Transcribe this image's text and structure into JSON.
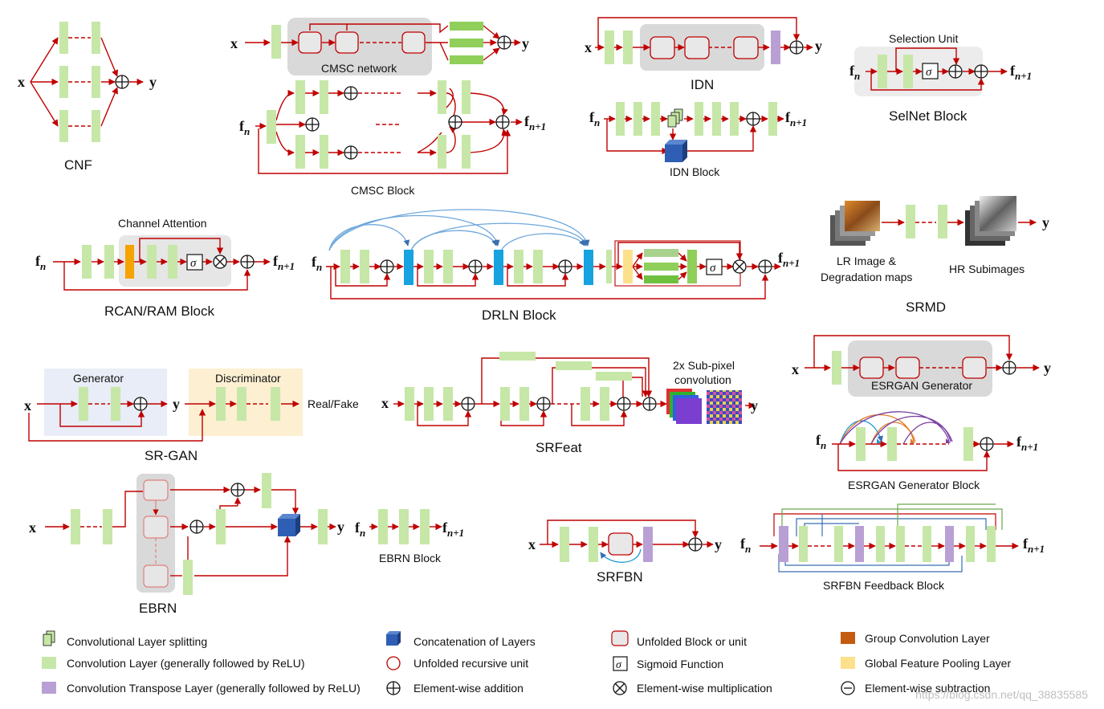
{
  "labels": {
    "cnf": "CNF",
    "cmsc_network": "CMSC network",
    "cmsc_block": "CMSC Block",
    "idn": "IDN",
    "idn_block": "IDN Block",
    "selection_unit": "Selection Unit",
    "selnet_block": "SelNet Block",
    "channel_attention": "Channel Attention",
    "rcan_block": "RCAN/RAM Block",
    "drln_block": "DRLN Block",
    "lr_image": "LR Image  &",
    "degradation_maps": "Degradation maps",
    "hr_subimages": "HR Subimages",
    "srmd": "SRMD",
    "generator": "Generator",
    "discriminator": "Discriminator",
    "real_fake": "Real/Fake",
    "srgan": "SR-GAN",
    "subpixel_1": "2x Sub-pixel",
    "subpixel_2": "convolution",
    "srfeat": "SRFeat",
    "esrgan_generator": "ESRGAN Generator",
    "esrgan_generator_block": "ESRGAN Generator Block",
    "ebrn": "EBRN",
    "ebrn_block": "EBRN Block",
    "srfbn": "SRFBN",
    "srfbn_feedback_block": "SRFBN Feedback Block"
  },
  "vars": {
    "x": "x",
    "y": "y",
    "f": "f",
    "n": "n",
    "n1": "n+1",
    "sigma": "σ"
  },
  "legend": [
    {
      "icon": "conv-split-icon",
      "label": "Convolutional Layer splitting"
    },
    {
      "icon": "conv-layer-icon",
      "label": "Convolution Layer (generally followed by ReLU)"
    },
    {
      "icon": "conv-transpose-icon",
      "label": "Convolution Transpose Layer (generally followed by ReLU)"
    },
    {
      "icon": "concat-icon",
      "label": "Concatenation of Layers"
    },
    {
      "icon": "recursive-unit-icon",
      "label": "Unfolded recursive unit"
    },
    {
      "icon": "add-icon",
      "label": "Element-wise addition"
    },
    {
      "icon": "unfolded-block-icon",
      "label": "Unfolded Block or unit"
    },
    {
      "icon": "sigmoid-icon",
      "label": "Sigmoid Function"
    },
    {
      "icon": "multiply-icon",
      "label": "Element-wise multiplication"
    },
    {
      "icon": "group-conv-icon",
      "label": "Group Convolution Layer"
    },
    {
      "icon": "global-pool-icon",
      "label": "Global Feature Pooling Layer"
    },
    {
      "icon": "subtract-icon",
      "label": "Element-wise subtraction"
    }
  ],
  "watermark": "https://blog.csdn.net/qq_38835585",
  "colors": {
    "conv": "#c6e7a7",
    "arrow": "#c00000",
    "transpose": "#b9a0d4",
    "concat": "#2f5fb5",
    "gray_box": "#d9d9d9",
    "gen_bg": "#e8edf7",
    "disc_bg": "#fcefd2",
    "drln_blue": "#17a2e0",
    "pool": "#fde08c",
    "group_conv": "#c55a11",
    "attention_orange": "#f5a300"
  }
}
